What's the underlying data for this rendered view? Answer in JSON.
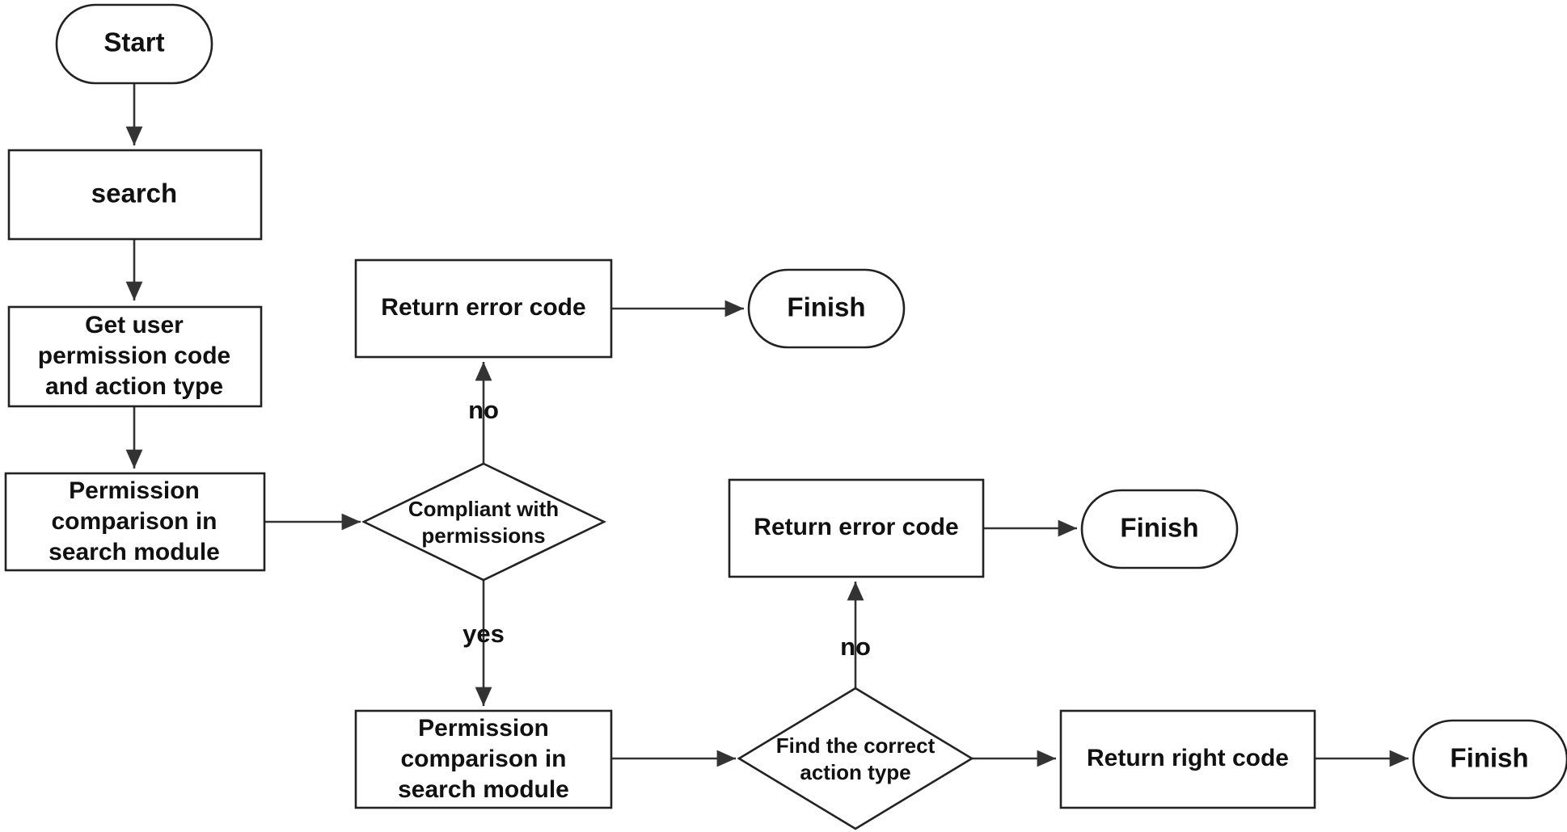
{
  "nodes": {
    "start": "Start",
    "search": "search",
    "get_user": [
      "Get user",
      "permission code",
      "and action type"
    ],
    "comparison_1": [
      "Permission",
      "comparison in",
      "search module"
    ],
    "compliant": [
      "Compliant with",
      "permissions"
    ],
    "error_1": "Return error code",
    "finish_1": "Finish",
    "comparison_2": [
      "Permission",
      "comparison in",
      "search module"
    ],
    "find_action": [
      "Find the correct",
      "action type"
    ],
    "error_2": "Return error code",
    "finish_2": "Finish",
    "right_code": "Return right code",
    "finish_3": "Finish"
  },
  "edges": {
    "no_1": "no",
    "yes_1": "yes",
    "no_2": "no"
  },
  "colors": {
    "stroke": "#222222",
    "arrow": "#333333",
    "text": "#111111",
    "fill": "#ffffff"
  }
}
